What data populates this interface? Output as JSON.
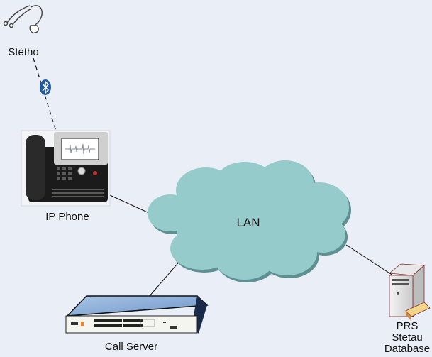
{
  "diagram": {
    "title": "",
    "nodes": [
      {
        "id": "stetho",
        "label": "Stétho",
        "icon": "stethoscope-icon"
      },
      {
        "id": "ipphone",
        "label": "IP Phone",
        "icon": "ip-phone-icon"
      },
      {
        "id": "lan",
        "label": "LAN",
        "icon": "cloud-icon"
      },
      {
        "id": "callserver",
        "label": "Call Server",
        "icon": "rack-server-icon"
      },
      {
        "id": "prs",
        "label_lines": [
          "PRS",
          "Stetau",
          "Database"
        ],
        "icon": "tower-server-icon"
      }
    ],
    "edges": [
      {
        "from": "stetho",
        "to": "ipphone",
        "style": "dashed",
        "via": "bluetooth"
      },
      {
        "from": "ipphone",
        "to": "lan",
        "style": "solid"
      },
      {
        "from": "callserver",
        "to": "lan",
        "style": "solid"
      },
      {
        "from": "prs",
        "to": "lan",
        "style": "solid"
      }
    ],
    "colors": {
      "background": "#e9eef7",
      "cloud": "#96cbcc",
      "cloud_shadow": "#5e8f93",
      "bluetooth": "#1d5aa6"
    }
  }
}
